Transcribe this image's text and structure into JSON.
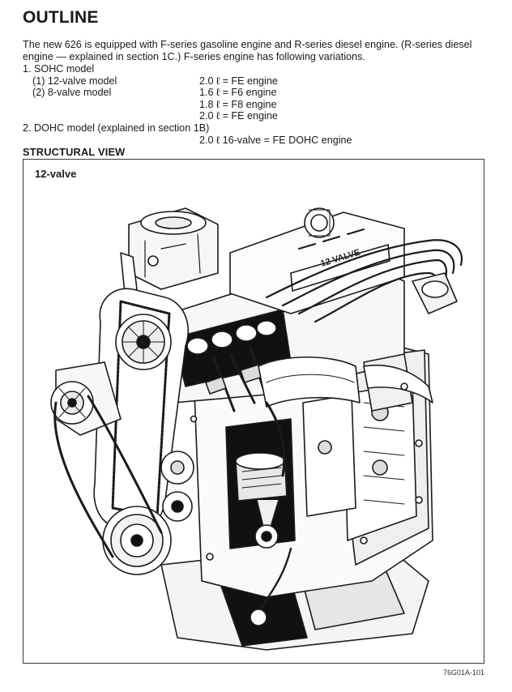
{
  "page": {
    "title": "OUTLINE",
    "intro": "The new 626 is equipped with F-series gasoline engine and R-series diesel engine. (R-series diesel engine — explained in section 1C.) F-series engine has following variations.",
    "sohc": {
      "heading": "1. SOHC model",
      "rows": [
        {
          "variant": "(1)  12-valve model",
          "spec": "2.0 ℓ  =  FE engine"
        },
        {
          "variant": "(2)   8-valve model",
          "spec": "1.6 ℓ  =  F6 engine"
        },
        {
          "variant": "",
          "spec": "1.8 ℓ  =  F8 engine"
        },
        {
          "variant": "",
          "spec": "2.0 ℓ  =  FE engine"
        }
      ]
    },
    "dohc": {
      "heading": "2. DOHC model (explained in section 1B)",
      "spec": "2.0 ℓ 16-valve  =  FE DOHC engine"
    },
    "section_heading": "STRUCTURAL VIEW",
    "figure": {
      "label": "12-valve",
      "code": "76G01A-101",
      "valve_cover_text": "12 VALVE"
    }
  }
}
